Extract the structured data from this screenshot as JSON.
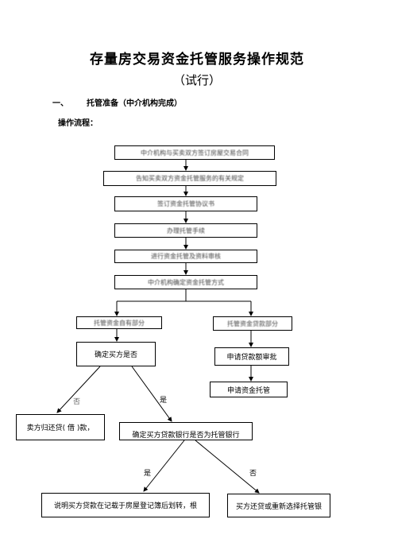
{
  "doc": {
    "title": "存量房交易资金托管服务操作规范",
    "subtitle": "（试行）",
    "section_number": "一、",
    "section_heading": "托管准备（中介机构完成）",
    "flow_label": "操作流程："
  },
  "flow": {
    "box1": "中介机构与买卖双方签订房屋交易合同",
    "box2": "告知买卖双方资金托管服务的有关规定",
    "box3": "签订资金托管协议书",
    "box4": "办理托管手续",
    "box5": "进行资金托管及资料审核",
    "box6": "中介机构确定资金托管方式",
    "left_branch": "托管资金自有部分",
    "right_branch": "托管资金贷款部分",
    "decision": "确定买方是否",
    "right_step1": "申请贷款额审批",
    "right_step2": "申请资金托管",
    "label_no_top": "否",
    "label_yes_top": "是",
    "repay_box": "卖方归还贷( 借 )款，",
    "bank_check": "确定买方贷款银行是否为托管银行",
    "label_yes_bottom": "是",
    "label_no_bottom": "否",
    "bottom_left": "说明买方贷款在记载于房屋登记簿后划转，根",
    "bottom_right": "买方还贷或重新选择托管银"
  }
}
